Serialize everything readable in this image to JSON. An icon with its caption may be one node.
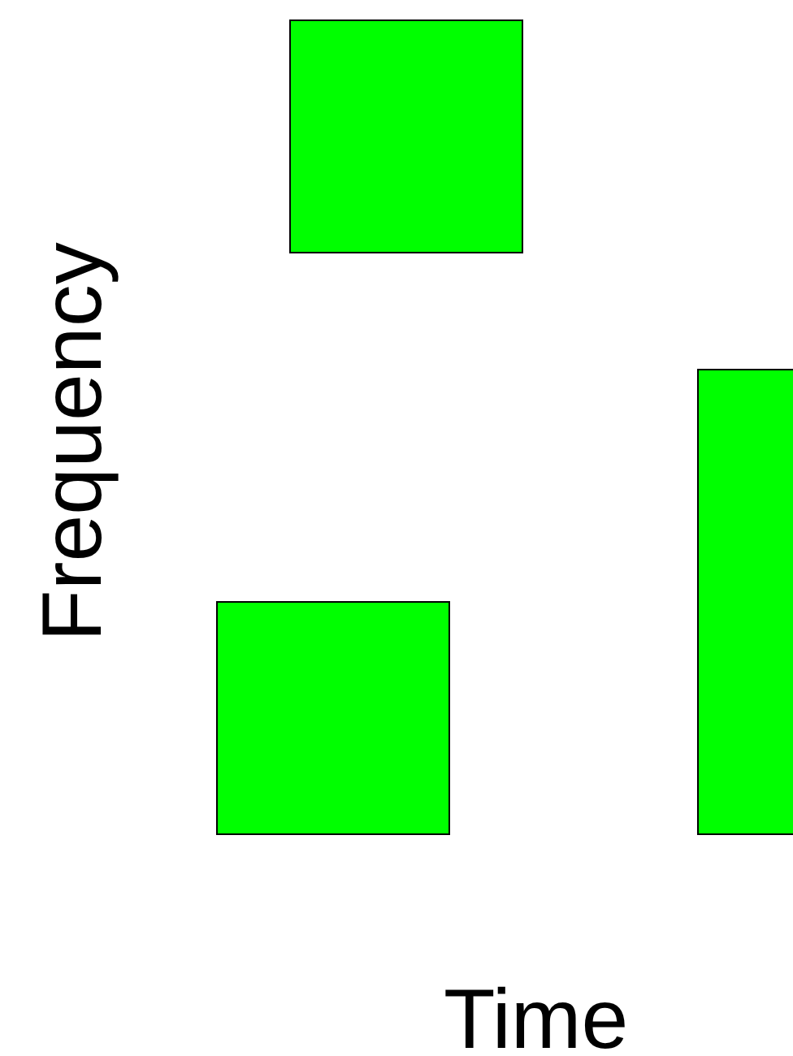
{
  "diagram": {
    "nodes": [
      {
        "text": [],
        "shape": "box"
      },
      {
        "text": [],
        "shape": "box"
      },
      {
        "text": [],
        "shape": "box"
      }
    ],
    "labels": [
      "Frequency",
      "Time"
    ]
  }
}
